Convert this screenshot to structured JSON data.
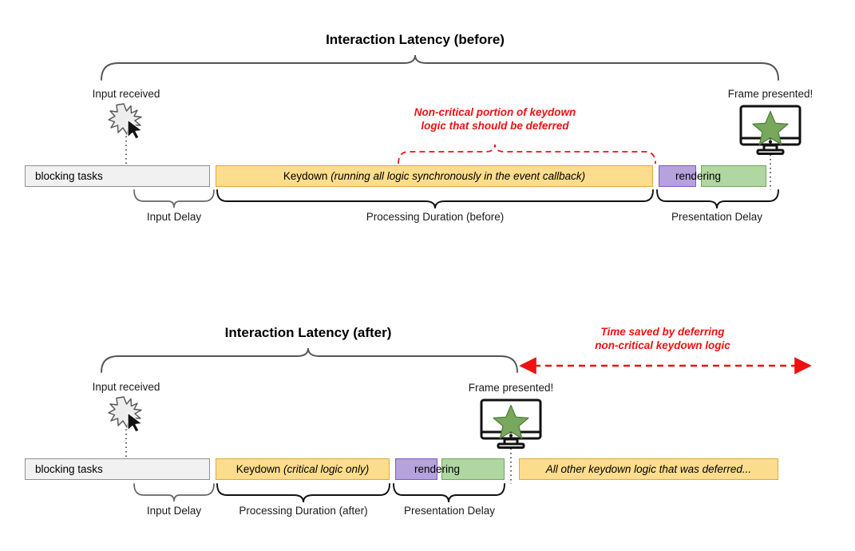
{
  "page": {
    "background": "#ffffff",
    "accent_red": "#ee1111",
    "colors": {
      "blocking_fill": "#f1f1f1",
      "blocking_border": "#8f8f8f",
      "keydown_fill": "#fcdd8d",
      "keydown_border": "#e0a83a",
      "rendering_purple_fill": "#b6a2dd",
      "rendering_purple_border": "#7a5cc0",
      "rendering_green_fill": "#b0d6a1",
      "rendering_green_border": "#6ea75d",
      "star_green": "#77a85c",
      "brace_gray": "#555555",
      "brace_black": "#111111"
    }
  },
  "before": {
    "title": "Interaction Latency (before)",
    "input_label": "Input received",
    "frame_label": "Frame presented!",
    "annotation_line1": "Non-critical portion of keydown",
    "annotation_line2": "logic that should be deferred",
    "bars": {
      "blocking": "blocking tasks",
      "keydown_prefix": "Keydown ",
      "keydown_italic": "(running all logic synchronously in the event callback)",
      "rendering": "rendering"
    },
    "brace_labels": {
      "input_delay": "Input Delay",
      "processing": "Processing Duration (before)",
      "presentation": "Presentation Delay"
    },
    "icons": {
      "input": "spark-cursor-icon",
      "frame": "monitor-star-icon"
    }
  },
  "after": {
    "title": "Interaction Latency (after)",
    "input_label": "Input received",
    "frame_label": "Frame presented!",
    "annotation_line1": "Time saved by deferring",
    "annotation_line2": "non-critical keydown logic",
    "bars": {
      "blocking": "blocking tasks",
      "keydown_prefix": "Keydown ",
      "keydown_italic": "(critical logic only)",
      "rendering": "rendering",
      "deferred": "All other keydown logic that was deferred..."
    },
    "brace_labels": {
      "input_delay": "Input Delay",
      "processing": "Processing Duration (after)",
      "presentation": "Presentation Delay"
    },
    "icons": {
      "input": "spark-cursor-icon",
      "frame": "monitor-star-icon"
    }
  }
}
